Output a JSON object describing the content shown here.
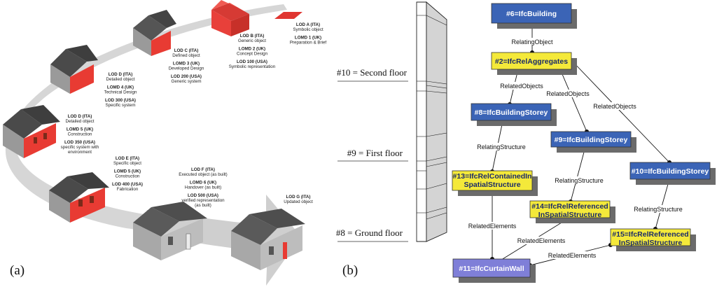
{
  "panel_a": {
    "label": "(a)",
    "stages": [
      {
        "lines": [
          {
            "t": "LOD A (ITA)",
            "b": true
          },
          {
            "t": "Symbolic object",
            "b": false
          },
          {
            "t": "LOMD 1 (UK)",
            "b": true
          },
          {
            "t": "Preparation & Brief",
            "b": false
          }
        ]
      },
      {
        "lines": [
          {
            "t": "LOD B (ITA)",
            "b": true
          },
          {
            "t": "Generic object",
            "b": false
          },
          {
            "t": "LOMD 2 (UK)",
            "b": true
          },
          {
            "t": "Concept Design",
            "b": false
          },
          {
            "t": "LOD 100 (USA)",
            "b": true
          },
          {
            "t": "Symbolic representation",
            "b": false
          }
        ]
      },
      {
        "lines": [
          {
            "t": "LOD C (ITA)",
            "b": true
          },
          {
            "t": "Defined object",
            "b": false
          },
          {
            "t": "LOMD 3 (UK)",
            "b": true
          },
          {
            "t": "Developed Design",
            "b": false
          },
          {
            "t": "LOD 200 (USA)",
            "b": true
          },
          {
            "t": "Generic system",
            "b": false
          }
        ]
      },
      {
        "lines": [
          {
            "t": "LOD D (ITA)",
            "b": true
          },
          {
            "t": "Detailed object",
            "b": false
          },
          {
            "t": "LOMD 4 (UK)",
            "b": true
          },
          {
            "t": "Technical Design",
            "b": false
          },
          {
            "t": "LOD 300 (USA)",
            "b": true
          },
          {
            "t": "Specific system",
            "b": false
          }
        ]
      },
      {
        "lines": [
          {
            "t": "LOD D (ITA)",
            "b": true
          },
          {
            "t": "Detailed object",
            "b": false
          },
          {
            "t": "LOMD 5 (UK)",
            "b": true
          },
          {
            "t": "Construction",
            "b": false
          },
          {
            "t": "LOD 350 (USA)",
            "b": true
          },
          {
            "t": "specific system with",
            "b": false
          },
          {
            "t": "environment",
            "b": false
          }
        ]
      },
      {
        "lines": [
          {
            "t": "LOD E (ITA)",
            "b": true
          },
          {
            "t": "Specific object",
            "b": false
          },
          {
            "t": "LOMD 5 (UK)",
            "b": true
          },
          {
            "t": "Construction",
            "b": false
          },
          {
            "t": "LOD 400 (USA)",
            "b": true
          },
          {
            "t": "Fabrication",
            "b": false
          }
        ]
      },
      {
        "lines": [
          {
            "t": "LOD F (ITA)",
            "b": true
          },
          {
            "t": "Executed object (as built)",
            "b": false
          },
          {
            "t": "LOMD 6 (UK)",
            "b": true
          },
          {
            "t": "Handover (as built)",
            "b": false
          },
          {
            "t": "LOD 500 (USA)",
            "b": true
          },
          {
            "t": "verified representation",
            "b": false
          },
          {
            "t": "(as built)",
            "b": false
          }
        ]
      },
      {
        "lines": [
          {
            "t": "LOD G (ITA)",
            "b": true
          },
          {
            "t": "Updated object",
            "b": false
          }
        ]
      }
    ]
  },
  "panel_b": {
    "label": "(b)",
    "floors": [
      "#10 = Second floor",
      "#9 = First floor",
      "#8 = Ground floor"
    ],
    "nodes": {
      "building": {
        "l1": "#6=IfcBuilding",
        "l2": ""
      },
      "aggregates": {
        "l1": "#2=IfcRelAggregates",
        "l2": ""
      },
      "storey8": {
        "l1": "#8=IfcBuildingStorey",
        "l2": ""
      },
      "storey9": {
        "l1": "#9=IfcBuildingStorey",
        "l2": ""
      },
      "storey10": {
        "l1": "#10=IfcBuildingStorey",
        "l2": ""
      },
      "rel13": {
        "l1": "#13=IfcRelContainedIn",
        "l2": "SpatialStructure"
      },
      "rel14": {
        "l1": "#14=IfcRelReferenced",
        "l2": "InSpatialStructure"
      },
      "rel15": {
        "l1": "#15=IfcRelReferenced",
        "l2": "InSpatialStructure"
      },
      "wall": {
        "l1": "#11=IfcCurtainWall",
        "l2": ""
      }
    },
    "edges": {
      "relating_object": "RelatingObject",
      "related_objects_1": "RelatedObjects",
      "related_objects_2": "RelatedObjects",
      "related_objects_3": "RelatedObjects",
      "relating_structure_1": "RelatingStructure",
      "relating_structure_2": "RelatingStructure",
      "relating_structure_3": "RelatingStructure",
      "related_elements_1": "RelatedElements",
      "related_elements_2": "RelatedElements",
      "related_elements_3": "RelatedElements"
    },
    "colors": {
      "blue": "#3b64b6",
      "yellow": "#f4e93a",
      "violet": "#7f7fd8",
      "shadow": "#6b6b6b"
    }
  }
}
